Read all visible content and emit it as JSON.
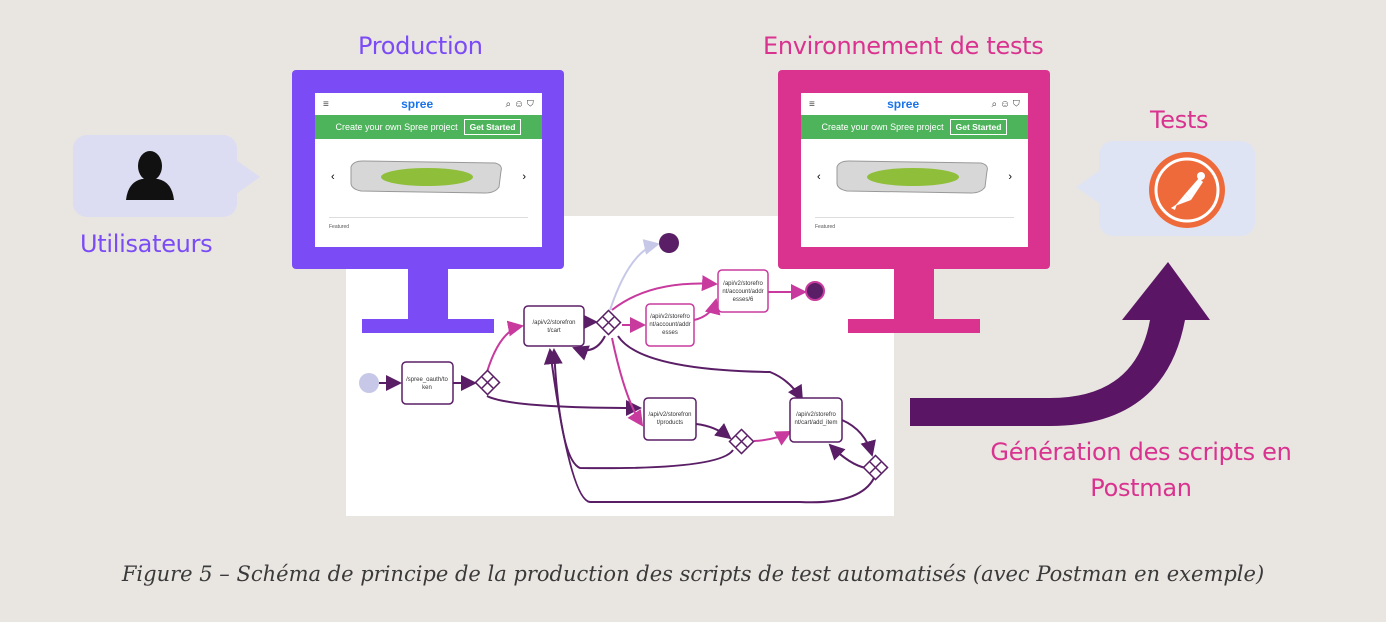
{
  "users": {
    "label": "Utilisateurs",
    "icon": "user-silhouette-icon"
  },
  "production": {
    "title": "Production"
  },
  "test_env": {
    "title": "Environnement de tests"
  },
  "tests": {
    "label": "Tests",
    "icon": "postman-logo-icon"
  },
  "generation": {
    "line1": "Génération des scripts en",
    "line2": "Postman"
  },
  "site": {
    "brand": "spree",
    "banner_text": "Create your own Spree project",
    "banner_button": "Get Started",
    "featured": "Featured"
  },
  "flow_nodes": {
    "oauth": [
      "/spree_oauth/to",
      "ken"
    ],
    "cart": [
      "/api/v2/storefron",
      "t/cart"
    ],
    "addresses": [
      "/api/v2/storefro",
      "nt/account/addr",
      "esses"
    ],
    "address_6": [
      "/api/v2/storefro",
      "nt/account/addr",
      "esses/6"
    ],
    "products": [
      "/api/v2/storefron",
      "t/products"
    ],
    "add_item": [
      "/api/v2/storefro",
      "nt/cart/add_item"
    ]
  },
  "caption": "Figure 5 – Schéma de principe de la production des scripts de test automatisés (avec Postman en exemple)",
  "colors": {
    "production": "#7b4cf5",
    "test_env": "#d9338f",
    "arrow": "#5a1664",
    "flow_dark": "#5a1e66",
    "flow_pink": "#c83a9e"
  }
}
